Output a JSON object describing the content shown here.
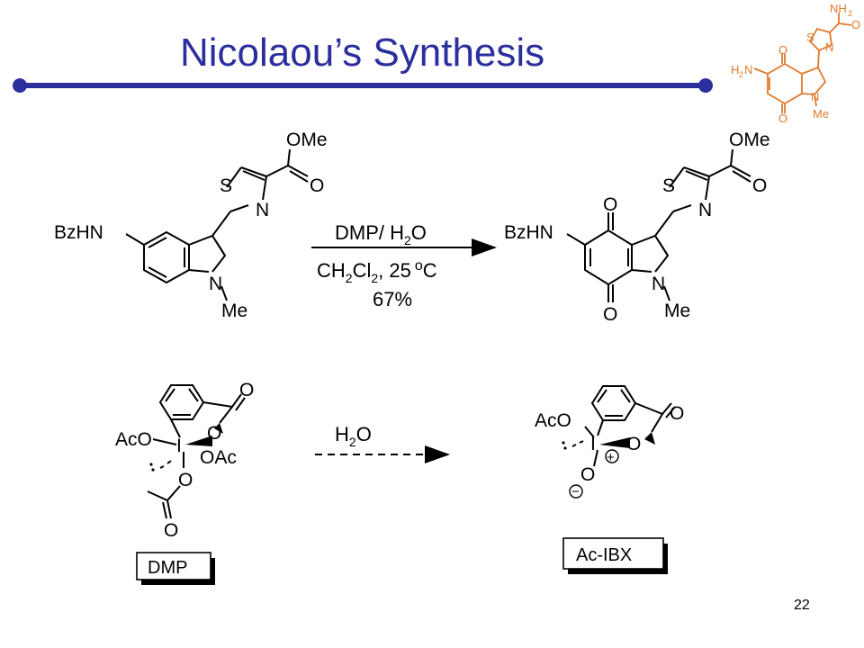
{
  "slide": {
    "title": "Nicolaou’s Synthesis",
    "page_number": "22"
  },
  "thumbnail": {
    "amine": "H",
    "amine_sub": "2",
    "amine_n": "N",
    "amide_nh": "NH",
    "amide_sub": "2",
    "carbonyl_o": "O",
    "thiazole_s": "S",
    "thiazole_n": "N",
    "ring_o_top": "O",
    "ring_o_bottom": "O",
    "indole_n": "N",
    "indole_me": "Me",
    "color": "#e07a2e"
  },
  "reaction": {
    "sm_bzhn": "BzHN",
    "sm_ome": "OMe",
    "sm_o": "O",
    "sm_s": "S",
    "sm_n_thiazole": "N",
    "sm_n_indole": "N",
    "sm_me": "Me",
    "reagent_line1": "DMP/ H",
    "reagent_line1_sub": "2",
    "reagent_line1_end": "O",
    "reagent_line2": "CH",
    "reagent_line2_sub1": "2",
    "reagent_line2_mid": "Cl",
    "reagent_line2_sub2": "2",
    "reagent_line2_end": ", 25",
    "reagent_degree": "o",
    "reagent_unit": "C",
    "yield": "67%",
    "pr_bzhn": "BzHN",
    "pr_ome": "OMe",
    "pr_o": "O",
    "pr_s": "S",
    "pr_n_thiazole": "N",
    "pr_o_top": "O",
    "pr_o_bottom": "O",
    "pr_n_indole": "N",
    "pr_me": "Me"
  },
  "mechanism": {
    "dmp_o_carbonyl": "O",
    "dmp_o_ring": "O",
    "dmp_aco": "AcO",
    "dmp_i": "I",
    "dmp_oac": "OAc",
    "dmp_o_lower": "O",
    "dmp_o_bottom": "O",
    "dmp_label": "DMP",
    "arrow_label": "H",
    "arrow_label_sub": "2",
    "arrow_label_end": "O",
    "ibx_aco": "AcO",
    "ibx_o_carbonyl": "O",
    "ibx_i": "I",
    "ibx_o_ring": "O",
    "ibx_plus": "+",
    "ibx_o_lower": "O",
    "ibx_minus": "−",
    "ibx_label": "Ac-IBX"
  }
}
